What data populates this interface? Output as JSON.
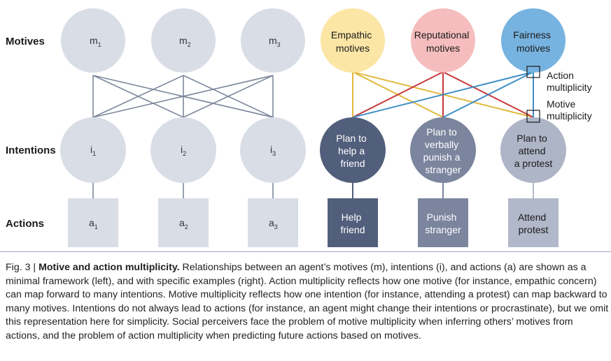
{
  "rows": {
    "motives": "Motives",
    "intentions": "Intentions",
    "actions": "Actions"
  },
  "left": {
    "motives": [
      {
        "main": "m",
        "sub": "1"
      },
      {
        "main": "m",
        "sub": "2"
      },
      {
        "main": "m",
        "sub": "3"
      }
    ],
    "intentions": [
      {
        "main": "i",
        "sub": "1"
      },
      {
        "main": "i",
        "sub": "2"
      },
      {
        "main": "i",
        "sub": "3"
      }
    ],
    "actions": [
      {
        "main": "a",
        "sub": "1"
      },
      {
        "main": "a",
        "sub": "2"
      },
      {
        "main": "a",
        "sub": "3"
      }
    ]
  },
  "right": {
    "motives": [
      {
        "lines": [
          "Empathic",
          "motives"
        ]
      },
      {
        "lines": [
          "Reputational",
          "motives"
        ]
      },
      {
        "lines": [
          "Fairness",
          "motives"
        ]
      }
    ],
    "intentions": [
      {
        "lines": [
          "Plan to",
          "help a",
          "friend"
        ]
      },
      {
        "lines": [
          "Plan to",
          "verbally",
          "punish a",
          "stranger"
        ]
      },
      {
        "lines": [
          "Plan to",
          "attend",
          "a protest"
        ]
      }
    ],
    "actions": [
      {
        "lines": [
          "Help",
          "friend"
        ]
      },
      {
        "lines": [
          "Punish",
          "stranger"
        ]
      },
      {
        "lines": [
          "Attend",
          "protest"
        ]
      }
    ]
  },
  "annotations": {
    "action_multiplicity": [
      "Action",
      "multiplicity"
    ],
    "motive_multiplicity": [
      "Motive",
      "multiplicity"
    ]
  },
  "colors": {
    "light_node": "#d9dde6",
    "light_line": "#7d879c",
    "empathic": "#fbe6a6",
    "reputational": "#f5bdbd",
    "fairness": "#77b3e0",
    "int_dark": "#525f7c",
    "int_mid": "#7b859e",
    "int_light": "#aeb5c7",
    "act_dark": "#525f7c",
    "act_mid": "#7b859e",
    "act_light": "#b1b8c9",
    "yellow_line": "#e2b93d",
    "red_line": "#c8393c",
    "blue_line": "#3f8fc7",
    "stem": "#8a93a8"
  },
  "caption": {
    "prefix": "Fig. 3 | ",
    "title": "Motive and action multiplicity.",
    "body": " Relationships between an agent’s motives (m), intentions (i), and actions (a) are shown as a minimal framework (left), and with specific examples (right). Action multiplicity reflects how one motive (for instance, empathic concern) can map forward to many intentions. Motive multiplicity reflects how one intention (for instance, attending a protest) can map backward to many motives. Intentions do not always lead to actions (for instance, an agent might change their intentions or procrastinate), but we omit this representation here for simplicity. Social perceivers face the problem of motive multiplicity when inferring others’ motives from actions, and the problem of action multiplicity when predicting future actions based on motives."
  }
}
